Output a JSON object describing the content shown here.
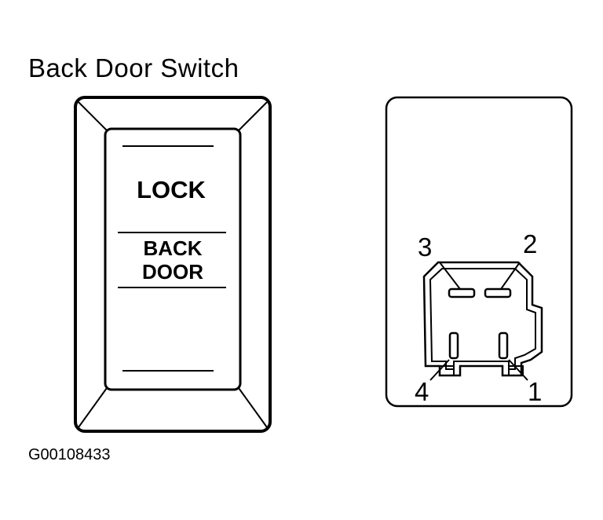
{
  "title": "Back Door Switch",
  "figure_id": "G00108433",
  "switch": {
    "label_top": "LOCK",
    "label_line1": "BACK",
    "label_line2": "DOOR"
  },
  "connector": {
    "pins": [
      "1",
      "2",
      "3",
      "4"
    ]
  }
}
